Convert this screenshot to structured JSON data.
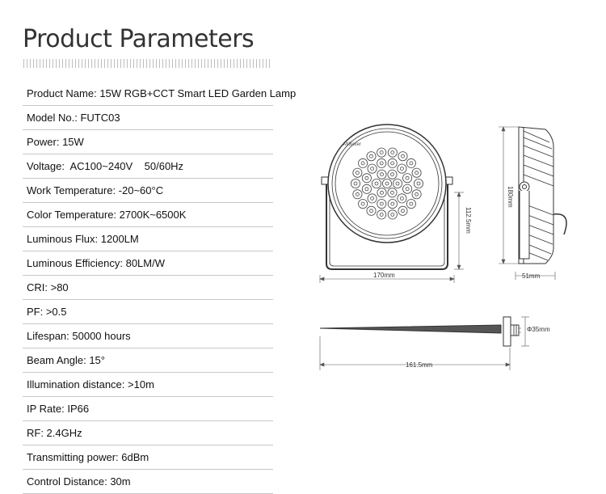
{
  "title": "Product Parameters",
  "params": [
    {
      "text": "Product Name: 15W RGB+CCT Smart LED Garden Lamp"
    },
    {
      "text": "Model No.: FUTC03"
    },
    {
      "text": "Power: 15W"
    },
    {
      "text": "Voltage:  AC100~240V    50/60Hz"
    },
    {
      "text": "Work Temperature: -20~60°C"
    },
    {
      "text": "Color Temperature: 2700K~6500K"
    },
    {
      "text": "Luminous Flux: 1200LM"
    },
    {
      "text": "Luminous Efficiency: 80LM/W"
    },
    {
      "text": "CRI: >80"
    },
    {
      "text": "PF: >0.5"
    },
    {
      "text": "Lifespan: 50000 hours"
    },
    {
      "text": "Beam Angle: 15°"
    },
    {
      "text": "Illumination distance: >10m"
    },
    {
      "text": "IP Rate: IP66"
    },
    {
      "text": "RF: 2.4GHz"
    },
    {
      "text": "Transmitting power: 6dBm"
    },
    {
      "text": "Control Distance: 30m"
    }
  ],
  "drawing": {
    "brand_logo": "MiBoxer",
    "dim_width": "170mm",
    "dim_height": "112.5mm",
    "dim_side_height": "180mm",
    "dim_depth": "51mm",
    "dim_spike_diameter": "Φ35mm",
    "dim_spike_length": "161.5mm"
  }
}
